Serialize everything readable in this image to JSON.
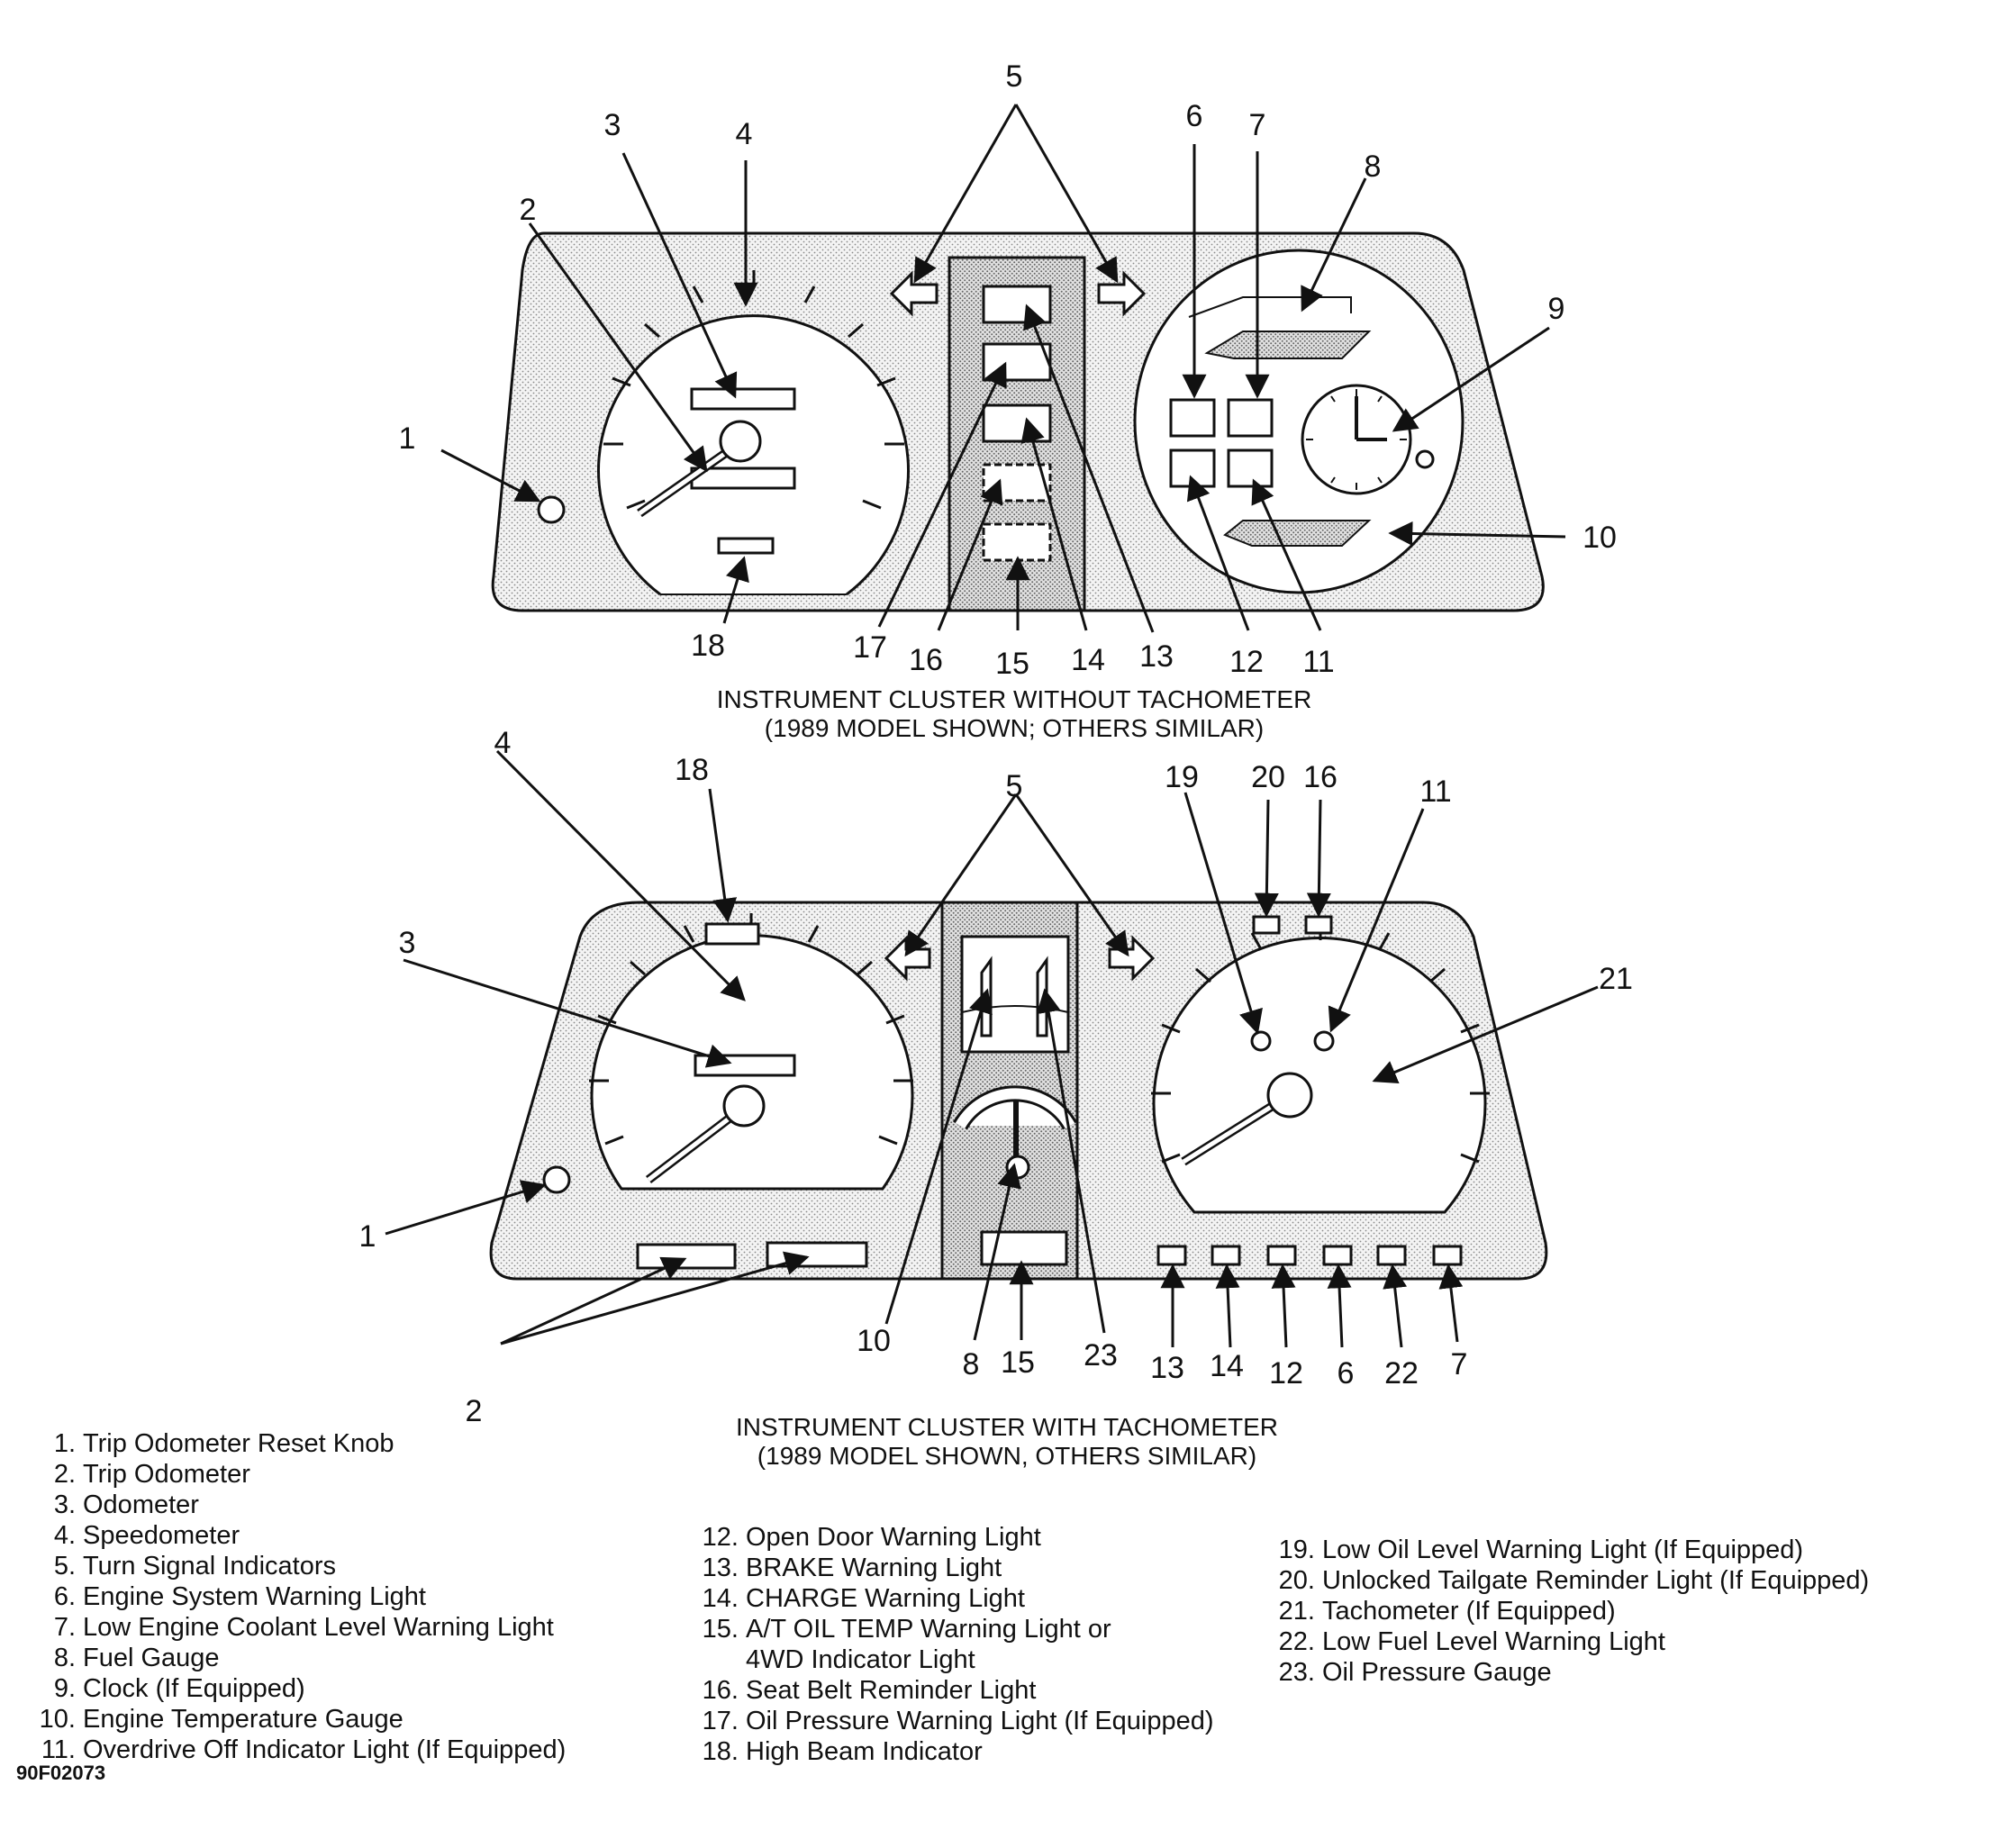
{
  "figure_id": "90F02073",
  "top_cluster": {
    "caption_line1": "INSTRUMENT CLUSTER WITHOUT TACHOMETER",
    "caption_line2": "(1989 MODEL SHOWN; OTHERS SIMILAR)",
    "callouts": [
      "1",
      "2",
      "3",
      "4",
      "5",
      "6",
      "7",
      "8",
      "9",
      "10",
      "11",
      "12",
      "13",
      "14",
      "15",
      "16",
      "17",
      "18"
    ]
  },
  "bottom_cluster": {
    "caption_line1": "INSTRUMENT CLUSTER WITH TACHOMETER",
    "caption_line2": "(1989 MODEL SHOWN, OTHERS SIMILAR)",
    "callouts": [
      "1",
      "2",
      "3",
      "4",
      "5",
      "6",
      "7",
      "8",
      "10",
      "11",
      "12",
      "13",
      "14",
      "15",
      "16",
      "18",
      "19",
      "20",
      "21",
      "22",
      "23"
    ]
  },
  "legend": {
    "col1": [
      {
        "n": "1.",
        "t": "Trip Odometer Reset Knob"
      },
      {
        "n": "2.",
        "t": "Trip Odometer"
      },
      {
        "n": "3.",
        "t": "Odometer"
      },
      {
        "n": "4.",
        "t": "Speedometer"
      },
      {
        "n": "5.",
        "t": "Turn Signal Indicators"
      },
      {
        "n": "6.",
        "t": "Engine System Warning Light"
      },
      {
        "n": "7.",
        "t": "Low Engine Coolant Level Warning Light"
      },
      {
        "n": "8.",
        "t": "Fuel Gauge"
      },
      {
        "n": "9.",
        "t": "Clock (If Equipped)"
      },
      {
        "n": "10.",
        "t": "Engine Temperature Gauge"
      },
      {
        "n": "11.",
        "t": "Overdrive Off Indicator Light (If Equipped)"
      }
    ],
    "col2": [
      {
        "n": "12.",
        "t": "Open Door Warning Light"
      },
      {
        "n": "13.",
        "t": "BRAKE Warning Light"
      },
      {
        "n": "14.",
        "t": "CHARGE Warning Light"
      },
      {
        "n": "15.",
        "t": "A/T OIL TEMP Warning Light or"
      },
      {
        "n": "",
        "t": "4WD Indicator Light"
      },
      {
        "n": "16.",
        "t": "Seat Belt Reminder Light"
      },
      {
        "n": "17.",
        "t": "Oil Pressure Warning Light (If Equipped)"
      },
      {
        "n": "18.",
        "t": "High Beam Indicator"
      }
    ],
    "col3": [
      {
        "n": "19.",
        "t": "Low Oil Level Warning Light (If Equipped)"
      },
      {
        "n": "20.",
        "t": "Unlocked Tailgate Reminder Light (If Equipped)"
      },
      {
        "n": "21.",
        "t": "Tachometer (If Equipped)"
      },
      {
        "n": "22.",
        "t": "Low Fuel Level Warning Light"
      },
      {
        "n": "23.",
        "t": "Oil Pressure Gauge"
      }
    ]
  }
}
